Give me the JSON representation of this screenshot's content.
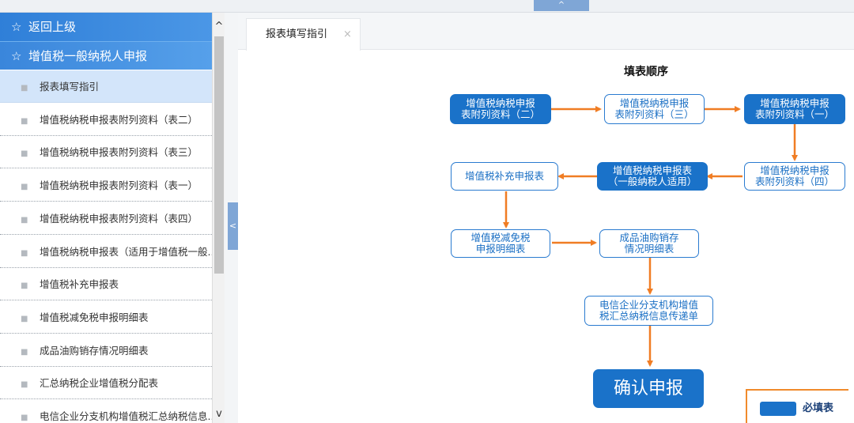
{
  "top_toggle": "^",
  "sidebar": {
    "back_label": "返回上级",
    "section_label": "增值税一般纳税人申报",
    "star_icon": "☆",
    "bullet": "■",
    "items": [
      {
        "label": "报表填写指引",
        "active": true
      },
      {
        "label": "增值税纳税申报表附列资料（表二）"
      },
      {
        "label": "增值税纳税申报表附列资料（表三）"
      },
      {
        "label": "增值税纳税申报表附列资料（表一）"
      },
      {
        "label": "增值税纳税申报表附列资料（表四）"
      },
      {
        "label": "增值税纳税申报表（适用于增值税一般..."
      },
      {
        "label": "增值税补充申报表"
      },
      {
        "label": "增值税减免税申报明细表"
      },
      {
        "label": "成品油购销存情况明细表"
      },
      {
        "label": "汇总纳税企业增值税分配表"
      },
      {
        "label": "电信企业分支机构增值税汇总纳税信息..."
      }
    ],
    "scroll_up": "^",
    "scroll_down": "v"
  },
  "collapse_handle": "<",
  "tab": {
    "label": "报表填写指引",
    "close": "×"
  },
  "flow": {
    "title": "填表顺序",
    "nodes": {
      "n1": [
        "增值税纳税申报",
        "表附列资料（二）"
      ],
      "n2": [
        "增值税纳税申报",
        "表附列资料（三）"
      ],
      "n3": [
        "增值税纳税申报",
        "表附列资料（一）"
      ],
      "n4": [
        "增值税纳税申报",
        "表附列资料（四）"
      ],
      "n5": [
        "增值税纳税申报表",
        "（一般纳税人适用）"
      ],
      "n6": [
        "增值税补充申报表"
      ],
      "n7": [
        "增值税减免税",
        "申报明细表"
      ],
      "n8": [
        "成品油购销存",
        "情况明细表"
      ],
      "n9": [
        "电信企业分支机构增值",
        "税汇总纳税信息传递单"
      ],
      "n10": [
        "确认申报"
      ]
    },
    "arrow_color": "#f07d24"
  },
  "legend": {
    "label": "必填表"
  }
}
